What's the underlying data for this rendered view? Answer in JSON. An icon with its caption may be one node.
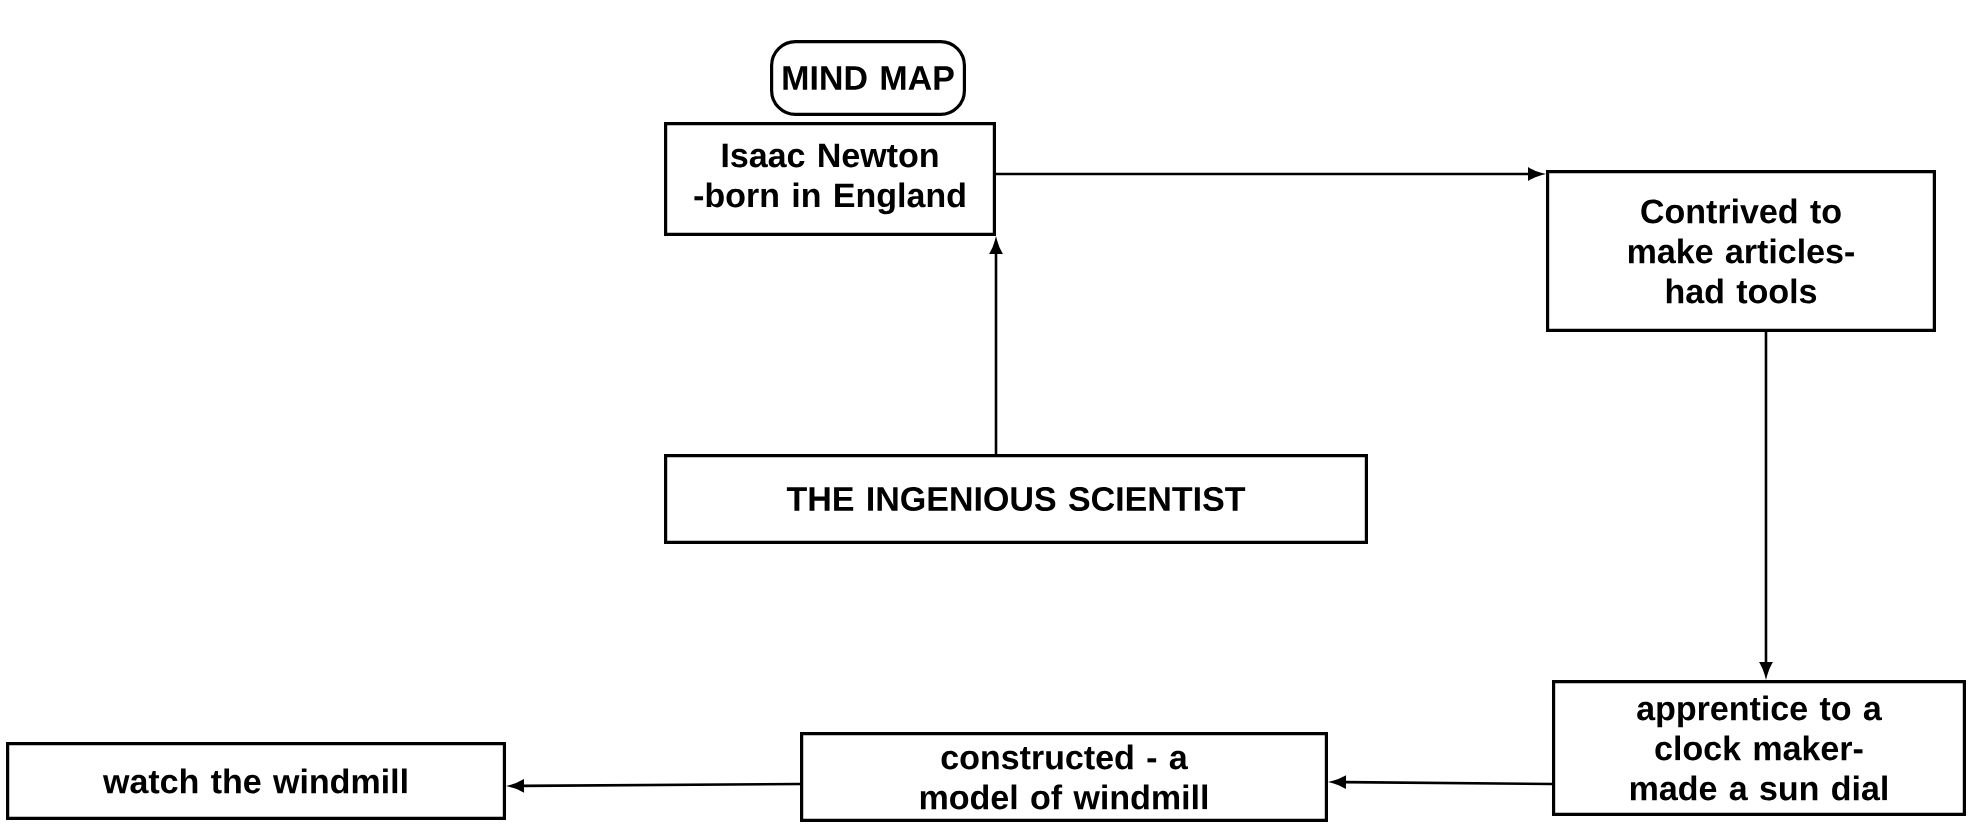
{
  "diagram": {
    "nodes": [
      {
        "text": [
          "MIND MAP"
        ]
      },
      {
        "text": [
          "Isaac Newton -born in England"
        ]
      },
      {
        "text": [
          "Contrived to make articles- had tools"
        ]
      },
      {
        "text": [
          "THE INGENIOUS SCIENTIST"
        ]
      },
      {
        "text": [
          "apprentice to a clock maker- made a sun dial"
        ]
      },
      {
        "text": [
          "constructed - a model of windmill"
        ]
      },
      {
        "text": [
          "watch the windmill"
        ]
      }
    ],
    "edges": [
      {
        "from": 3,
        "to": 1,
        "arrow": "to"
      },
      {
        "from": 1,
        "to": 2,
        "arrow": "to"
      },
      {
        "from": 2,
        "to": 4,
        "arrow": "to"
      },
      {
        "from": 4,
        "to": 5,
        "arrow": "to"
      },
      {
        "from": 5,
        "to": 6,
        "arrow": "to"
      }
    ]
  }
}
